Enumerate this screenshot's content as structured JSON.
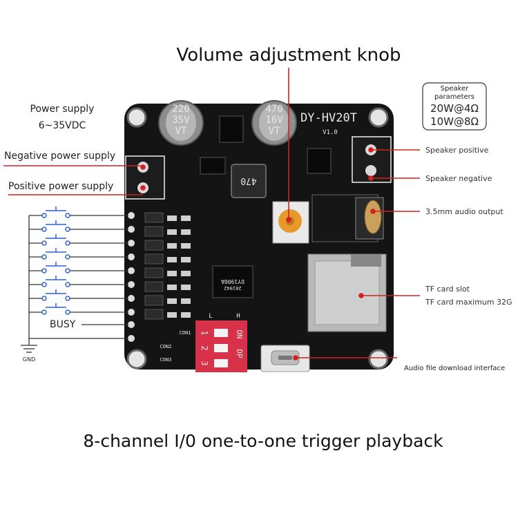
{
  "title": "Volume adjustment knob",
  "bottom_caption": "8-channel I/0 one-to-one trigger playback",
  "labels": {
    "power_supply_line1": "Power supply",
    "power_supply_line2": "6~35VDC",
    "negative_power": "Negative power supply",
    "positive_power": "Positive power supply",
    "busy": "BUSY",
    "gnd": "GND",
    "speaker_positive": "Speaker positive",
    "speaker_negative": "Speaker negative",
    "audio_output": "3.5mm audio output",
    "tf_slot": "TF card slot",
    "tf_max": "TF card maximum 32G",
    "download": "Audio file download interface"
  },
  "speaker_box": {
    "heading_line1": "Speaker",
    "heading_line2": "parameters",
    "spec1": "20W@4Ω",
    "spec2": "10W@8Ω"
  },
  "board": {
    "model": "DY-HV20T",
    "version": "V1.0",
    "cap1_line1": "220",
    "cap1_line2": "35V",
    "cap1_line3": "VT",
    "cap2_line1": "470",
    "cap2_line2": "16V",
    "cap2_line3": "VT",
    "inductor": "470",
    "chip": "DY1900A",
    "chip_code": "201942",
    "con1": "CON1",
    "con2": "CON2",
    "con3": "CON3",
    "dip_l": "L",
    "dip_h": "H",
    "dip_on": "ON",
    "dip_dp": "DP",
    "dip_1": "1",
    "dip_2": "2",
    "dip_3": "3"
  },
  "colors": {
    "pcb": "#141414",
    "leader": "#d42020",
    "button": "#2f5fd6",
    "dip": "#d8324a",
    "trimpot": "#e79a2a"
  }
}
